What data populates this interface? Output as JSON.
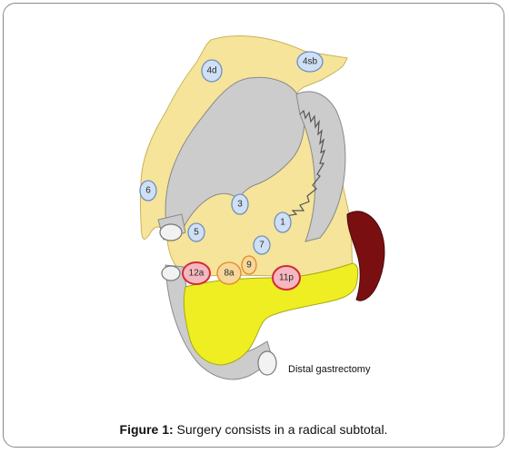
{
  "figure": {
    "caption_label": "Figure 1:",
    "caption_text": " Surgery consists in a radical subtotal.",
    "procedure_label": "Distal gastrectomy"
  },
  "lymph_nodes": [
    {
      "id": "4d",
      "label": "4d",
      "kind": "blue"
    },
    {
      "id": "4sb",
      "label": "4sb",
      "kind": "blue"
    },
    {
      "id": "6",
      "label": "6",
      "kind": "blue"
    },
    {
      "id": "3",
      "label": "3",
      "kind": "blue"
    },
    {
      "id": "5",
      "label": "5",
      "kind": "blue"
    },
    {
      "id": "1",
      "label": "1",
      "kind": "blue"
    },
    {
      "id": "7",
      "label": "7",
      "kind": "blue"
    },
    {
      "id": "9",
      "label": "9",
      "kind": "orange"
    },
    {
      "id": "12a",
      "label": "12a",
      "kind": "red"
    },
    {
      "id": "8a",
      "label": "8a",
      "kind": "orange"
    },
    {
      "id": "11p",
      "label": "11p",
      "kind": "red"
    }
  ],
  "colors": {
    "omentum": "#f5e49a",
    "stomach": "#cccccc",
    "pancreas": "#eeee22",
    "spleen": "#7a0f12",
    "node_blue_fill": "#cfe0f5",
    "node_blue_stroke": "#6f8fc0",
    "node_orange_fill": "#f7d79a",
    "node_orange_stroke": "#e08a2a",
    "node_red_fill": "#f6b8c0",
    "node_red_stroke": "#d42a3a"
  }
}
